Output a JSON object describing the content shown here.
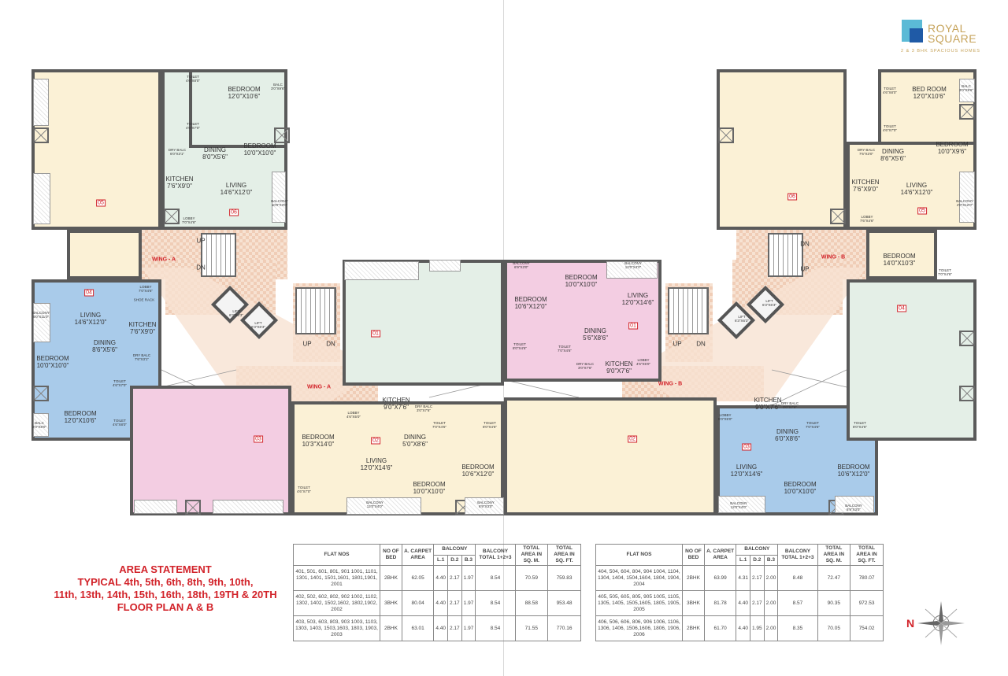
{
  "logo": {
    "name_line1": "ROYAL",
    "name_line2": "SQUARE",
    "tagline": "2 & 3 BHK SPACIOUS HOMES"
  },
  "colors": {
    "flat_yellow": "#fbf1d6",
    "flat_green": "#e4efe7",
    "flat_blue": "#a9cbea",
    "flat_pink": "#f3cde2",
    "corridor": "#f7e2d2",
    "accent_red": "#d2232a"
  },
  "plan": {
    "wings": [
      "WING - A",
      "WING - A",
      "WING - B",
      "WING - B"
    ],
    "stairs": [
      "UP",
      "DN",
      "UP",
      "DN",
      "UP",
      "DN",
      "DN",
      "UP"
    ],
    "units": [
      "05",
      "06",
      "04",
      "03",
      "01",
      "02",
      "01",
      "02",
      "03",
      "04",
      "06",
      "05"
    ],
    "rooms": [
      {
        "name": "TOILET",
        "dim": "4'6\"X8'0\""
      },
      {
        "name": "BEDROOM",
        "dim": "12'0\"X10'6\""
      },
      {
        "name": "BALC",
        "dim": "3'0\"X9'6\""
      },
      {
        "name": "TOILET",
        "dim": "4'6\"X7'0\""
      },
      {
        "name": "BEDROOM",
        "dim": "10'0\"X10'0\""
      },
      {
        "name": "DRY BALC",
        "dim": "6'0\"X3'1\""
      },
      {
        "name": "DINING",
        "dim": "8'0\"X5'6\""
      },
      {
        "name": "KITCHEN",
        "dim": "7'6\"X9'0\""
      },
      {
        "name": "LIVING",
        "dim": "14'6\"X12'0\""
      },
      {
        "name": "BALCONY",
        "dim": "10'0\"X3'0\""
      },
      {
        "name": "LOBBY",
        "dim": "7'0\"X4'6\""
      },
      {
        "name": "LOBBY",
        "dim": "7'0\"X4'6\""
      },
      {
        "name": "SHOE RACK",
        "dim": ""
      },
      {
        "name": "LIVING",
        "dim": "14'6\"X12'0\""
      },
      {
        "name": "KITCHEN",
        "dim": "7'6\"X9'0\""
      },
      {
        "name": "DINING",
        "dim": "8'6\"X5'6\""
      },
      {
        "name": "DRY BALC",
        "dim": "7'6\"X3'1\""
      },
      {
        "name": "BEDROOM",
        "dim": "10'0\"X10'0\""
      },
      {
        "name": "TOILET",
        "dim": "4'6\"X7'0\""
      },
      {
        "name": "BEDROOM",
        "dim": "12'0\"X10'6\""
      },
      {
        "name": "TOILET",
        "dim": "4'6\"X8'0\""
      },
      {
        "name": "BALCONY",
        "dim": "5'0\"X11'0\""
      },
      {
        "name": "BALC",
        "dim": "3'0\"X8'0\""
      },
      {
        "name": "LIFT",
        "dim": "6'3\"X6'3\""
      },
      {
        "name": "LIFT",
        "dim": "6'3\"X6'3\""
      },
      {
        "name": "BEDROOM",
        "dim": "10'3\"X14'0\""
      },
      {
        "name": "LOBBY",
        "dim": "4'6\"X5'0\""
      },
      {
        "name": "KITCHEN",
        "dim": "9'0\"X7'6\""
      },
      {
        "name": "DRY BALC",
        "dim": "3'0\"X7'6\""
      },
      {
        "name": "DINING",
        "dim": "5'0\"X8'6\""
      },
      {
        "name": "LIVING",
        "dim": "12'0\"X14'6\""
      },
      {
        "name": "TOILET",
        "dim": "7'0\"X4'6\""
      },
      {
        "name": "TOILET",
        "dim": "8'0\"X4'6\""
      },
      {
        "name": "BEDROOM",
        "dim": "10'6\"X12'0\""
      },
      {
        "name": "BEDROOM",
        "dim": "10'0\"X10'0\""
      },
      {
        "name": "BALCONY",
        "dim": "12'0\"X4'0\""
      },
      {
        "name": "BALCONY",
        "dim": "6'9\"X3'0\""
      },
      {
        "name": "TOILET",
        "dim": "4'6\"X7'0\""
      },
      {
        "name": "BALCONY",
        "dim": "6'9\"X3'0\""
      },
      {
        "name": "BEDROOM",
        "dim": "10'0\"X10'0\""
      },
      {
        "name": "BALCONY",
        "dim": "12'0\"X4'0\""
      },
      {
        "name": "BEDROOM",
        "dim": "10'6\"X12'0\""
      },
      {
        "name": "LIVING",
        "dim": "12'0\"X14'6\""
      },
      {
        "name": "DINING",
        "dim": "5'6\"X8'6\""
      },
      {
        "name": "TOILET",
        "dim": "8'0\"X4'6\""
      },
      {
        "name": "TOILET",
        "dim": "7'0\"X4'6\""
      },
      {
        "name": "DRY BALC",
        "dim": "3'0\"X7'6\""
      },
      {
        "name": "KITCHEN",
        "dim": "9'0\"X7'6\""
      },
      {
        "name": "LOBBY",
        "dim": "4'6\"X5'0\""
      },
      {
        "name": "KITCHEN",
        "dim": "9'0\"X7'6\""
      },
      {
        "name": "LOBBY",
        "dim": "5'0\"X5'0\""
      },
      {
        "name": "DRY BALC",
        "dim": "3'0\"X7'6\""
      },
      {
        "name": "DINING",
        "dim": "6'0\"X8'6\""
      },
      {
        "name": "TOILET",
        "dim": "7'0\"X4'6\""
      },
      {
        "name": "TOILET",
        "dim": "8'0\"X4'6\""
      },
      {
        "name": "LIVING",
        "dim": "12'0\"X14'6\""
      },
      {
        "name": "BEDROOM",
        "dim": "10'6\"X12'0\""
      },
      {
        "name": "BEDROOM",
        "dim": "10'0\"X10'0\""
      },
      {
        "name": "BALCONY",
        "dim": "12'0\"X4'0\""
      },
      {
        "name": "BALCONY",
        "dim": "6'9\"X3'0\""
      },
      {
        "name": "LIFT",
        "dim": "6'3\"X6'3\""
      },
      {
        "name": "LIFT",
        "dim": "6'3\"X6'3\""
      },
      {
        "name": "TOILET",
        "dim": "4'6\"X8'0\""
      },
      {
        "name": "BED ROOM",
        "dim": "12'0\"X10'6\""
      },
      {
        "name": "BALC",
        "dim": "3'0\"X9'6\""
      },
      {
        "name": "TOILET",
        "dim": "4'6\"X7'0\""
      },
      {
        "name": "DRY BALC",
        "dim": "7'6\"X3'0\""
      },
      {
        "name": "DINING",
        "dim": "8'6\"X5'6\""
      },
      {
        "name": "BEDROOM",
        "dim": "10'0\"X9'6\""
      },
      {
        "name": "KITCHEN",
        "dim": "7'6\"X9'0\""
      },
      {
        "name": "LIVING",
        "dim": "14'6\"X12'0\""
      },
      {
        "name": "BALCONY",
        "dim": "4'0\"X12'0\""
      },
      {
        "name": "LOBBY",
        "dim": "7'6\"X4'6\""
      },
      {
        "name": "BEDROOM",
        "dim": "14'0\"X10'3\""
      },
      {
        "name": "TOILET",
        "dim": "7'0\"X4'6\""
      }
    ]
  },
  "area_statement": {
    "line1": "AREA STATEMENT",
    "line2": "TYPICAL  4th, 5th, 6th, 8th, 9th, 10th,",
    "line3": "11th, 13th, 14th, 15th, 16th, 18th, 19TH & 20TH",
    "line4": "FLOOR PLAN A & B"
  },
  "table_headers": {
    "flat_nos": "FLAT NOS",
    "no_of_bed": "NO OF BED",
    "carpet": "A. CARPET AREA",
    "balcony": "BALCONY",
    "l1": "L.1",
    "d2": "D.2",
    "b3": "B.3",
    "balc_total": "BALCONY TOTAL 1+2+3",
    "total_sqm": "TOTAL AREA IN SQ. M.",
    "total_sqft": "TOTAL AREA IN SQ. FT."
  },
  "tables": [
    {
      "rows": [
        {
          "flats": "401, 501, 601, 801, 901 1001, 1101, 1301, 1401, 1501,1601, 1801,1901, 2001",
          "bed": "2BHK",
          "carpet": "62.05",
          "l1": "4.40",
          "d2": "2.17",
          "b3": "1.97",
          "balc_total": "8.54",
          "sqm": "70.59",
          "sqft": "759.83"
        },
        {
          "flats": "402, 502, 602, 802, 902 1002, 1102, 1302, 1402, 1502,1602, 1802,1902, 2002",
          "bed": "3BHK",
          "carpet": "80.04",
          "l1": "4.40",
          "d2": "2.17",
          "b3": "1.97",
          "balc_total": "8.54",
          "sqm": "88.58",
          "sqft": "953.48"
        },
        {
          "flats": "403, 503, 603, 803, 903 1003, 1103, 1303, 1403, 1503,1603, 1803, 1903, 2003",
          "bed": "2BHK",
          "carpet": "63.01",
          "l1": "4.40",
          "d2": "2.17",
          "b3": "1.97",
          "balc_total": "8.54",
          "sqm": "71.55",
          "sqft": "770.16"
        }
      ]
    },
    {
      "rows": [
        {
          "flats": "404, 504, 604, 804, 904 1004, 1104, 1304, 1404, 1504,1604, 1804, 1904, 2004",
          "bed": "2BHK",
          "carpet": "63.99",
          "l1": "4.31",
          "d2": "2.17",
          "b3": "2.00",
          "balc_total": "8.48",
          "sqm": "72.47",
          "sqft": "780.07"
        },
        {
          "flats": "405, 505, 605, 805, 905 1005, 1105, 1305, 1405, 1505,1605, 1805, 1905, 2005",
          "bed": "3BHK",
          "carpet": "81.78",
          "l1": "4.40",
          "d2": "2.17",
          "b3": "2.00",
          "balc_total": "8.57",
          "sqm": "90.35",
          "sqft": "972.53"
        },
        {
          "flats": "406, 506, 606, 806, 906 1006, 1106, 1306, 1406, 1506,1606, 1806, 1906, 2006",
          "bed": "2BHK",
          "carpet": "61.70",
          "l1": "4.40",
          "d2": "1.95",
          "b3": "2.00",
          "balc_total": "8.35",
          "sqm": "70.05",
          "sqft": "754.02"
        }
      ]
    }
  ],
  "compass": {
    "north": "N"
  }
}
